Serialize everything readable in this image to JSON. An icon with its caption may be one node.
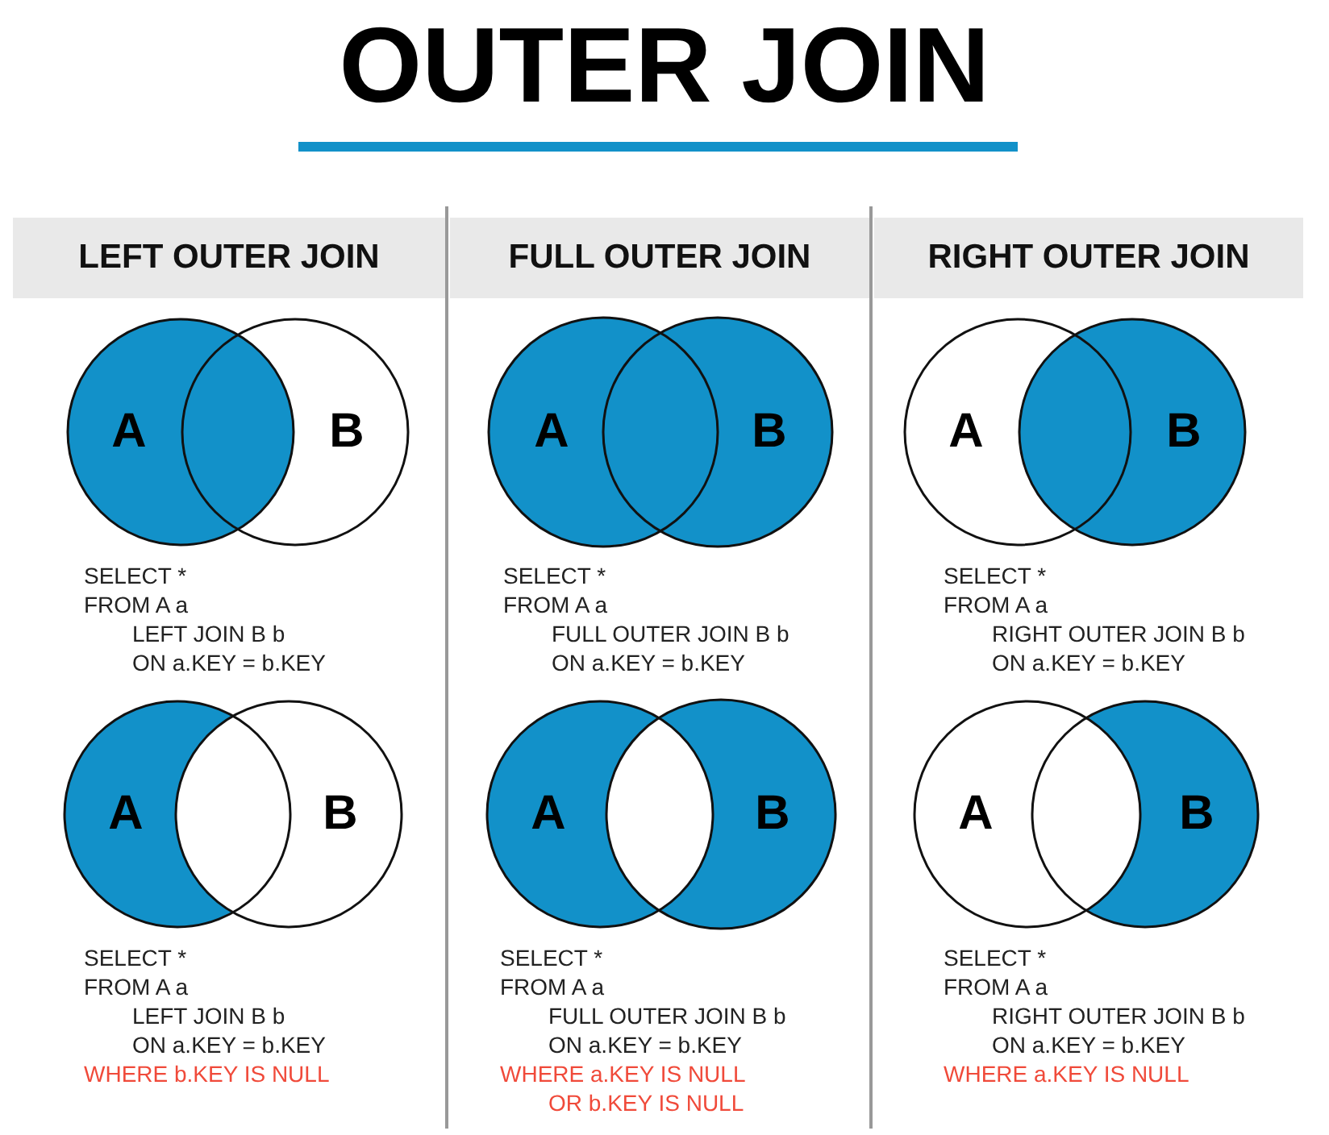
{
  "diagram": {
    "title": "OUTER JOIN",
    "nodes": [
      {
        "text": [
          "LEFT OUTER JOIN"
        ]
      },
      {
        "text": [
          "FULL OUTER JOIN"
        ]
      },
      {
        "text": [
          "RIGHT OUTER JOIN"
        ]
      },
      {
        "text": [
          "A"
        ]
      },
      {
        "text": [
          "B"
        ]
      },
      {
        "text": [
          "A"
        ]
      },
      {
        "text": [
          "B"
        ]
      },
      {
        "text": [
          "A"
        ]
      },
      {
        "text": [
          "B"
        ]
      },
      {
        "text": [
          "A"
        ]
      },
      {
        "text": [
          "B"
        ]
      },
      {
        "text": [
          "A"
        ]
      },
      {
        "text": [
          "B"
        ]
      },
      {
        "text": [
          "A"
        ]
      },
      {
        "text": [
          "B"
        ]
      }
    ],
    "labels": [
      "SELECT *",
      "FROM A a",
      "LEFT JOIN B b",
      "ON a.KEY = b.KEY",
      "SELECT *",
      "FROM A a",
      "FULL OUTER JOIN B b",
      "ON a.KEY = b.KEY",
      "SELECT *",
      "FROM A a",
      "RIGHT OUTER JOIN B b",
      "ON a.KEY = b.KEY",
      "SELECT *",
      "FROM A a",
      "LEFT JOIN B b",
      "ON a.KEY = b.KEY",
      "WHERE b.KEY IS NULL",
      "SELECT *",
      "FROM A a",
      "FULL OUTER JOIN B b",
      "ON a.KEY = b.KEY",
      "WHERE a.KEY IS NULL",
      "OR b.KEY IS NULL",
      "SELECT *",
      "FROM A a",
      "RIGHT OUTER JOIN B b",
      "ON a.KEY = b.KEY",
      "WHERE a.KEY IS NULL"
    ]
  }
}
